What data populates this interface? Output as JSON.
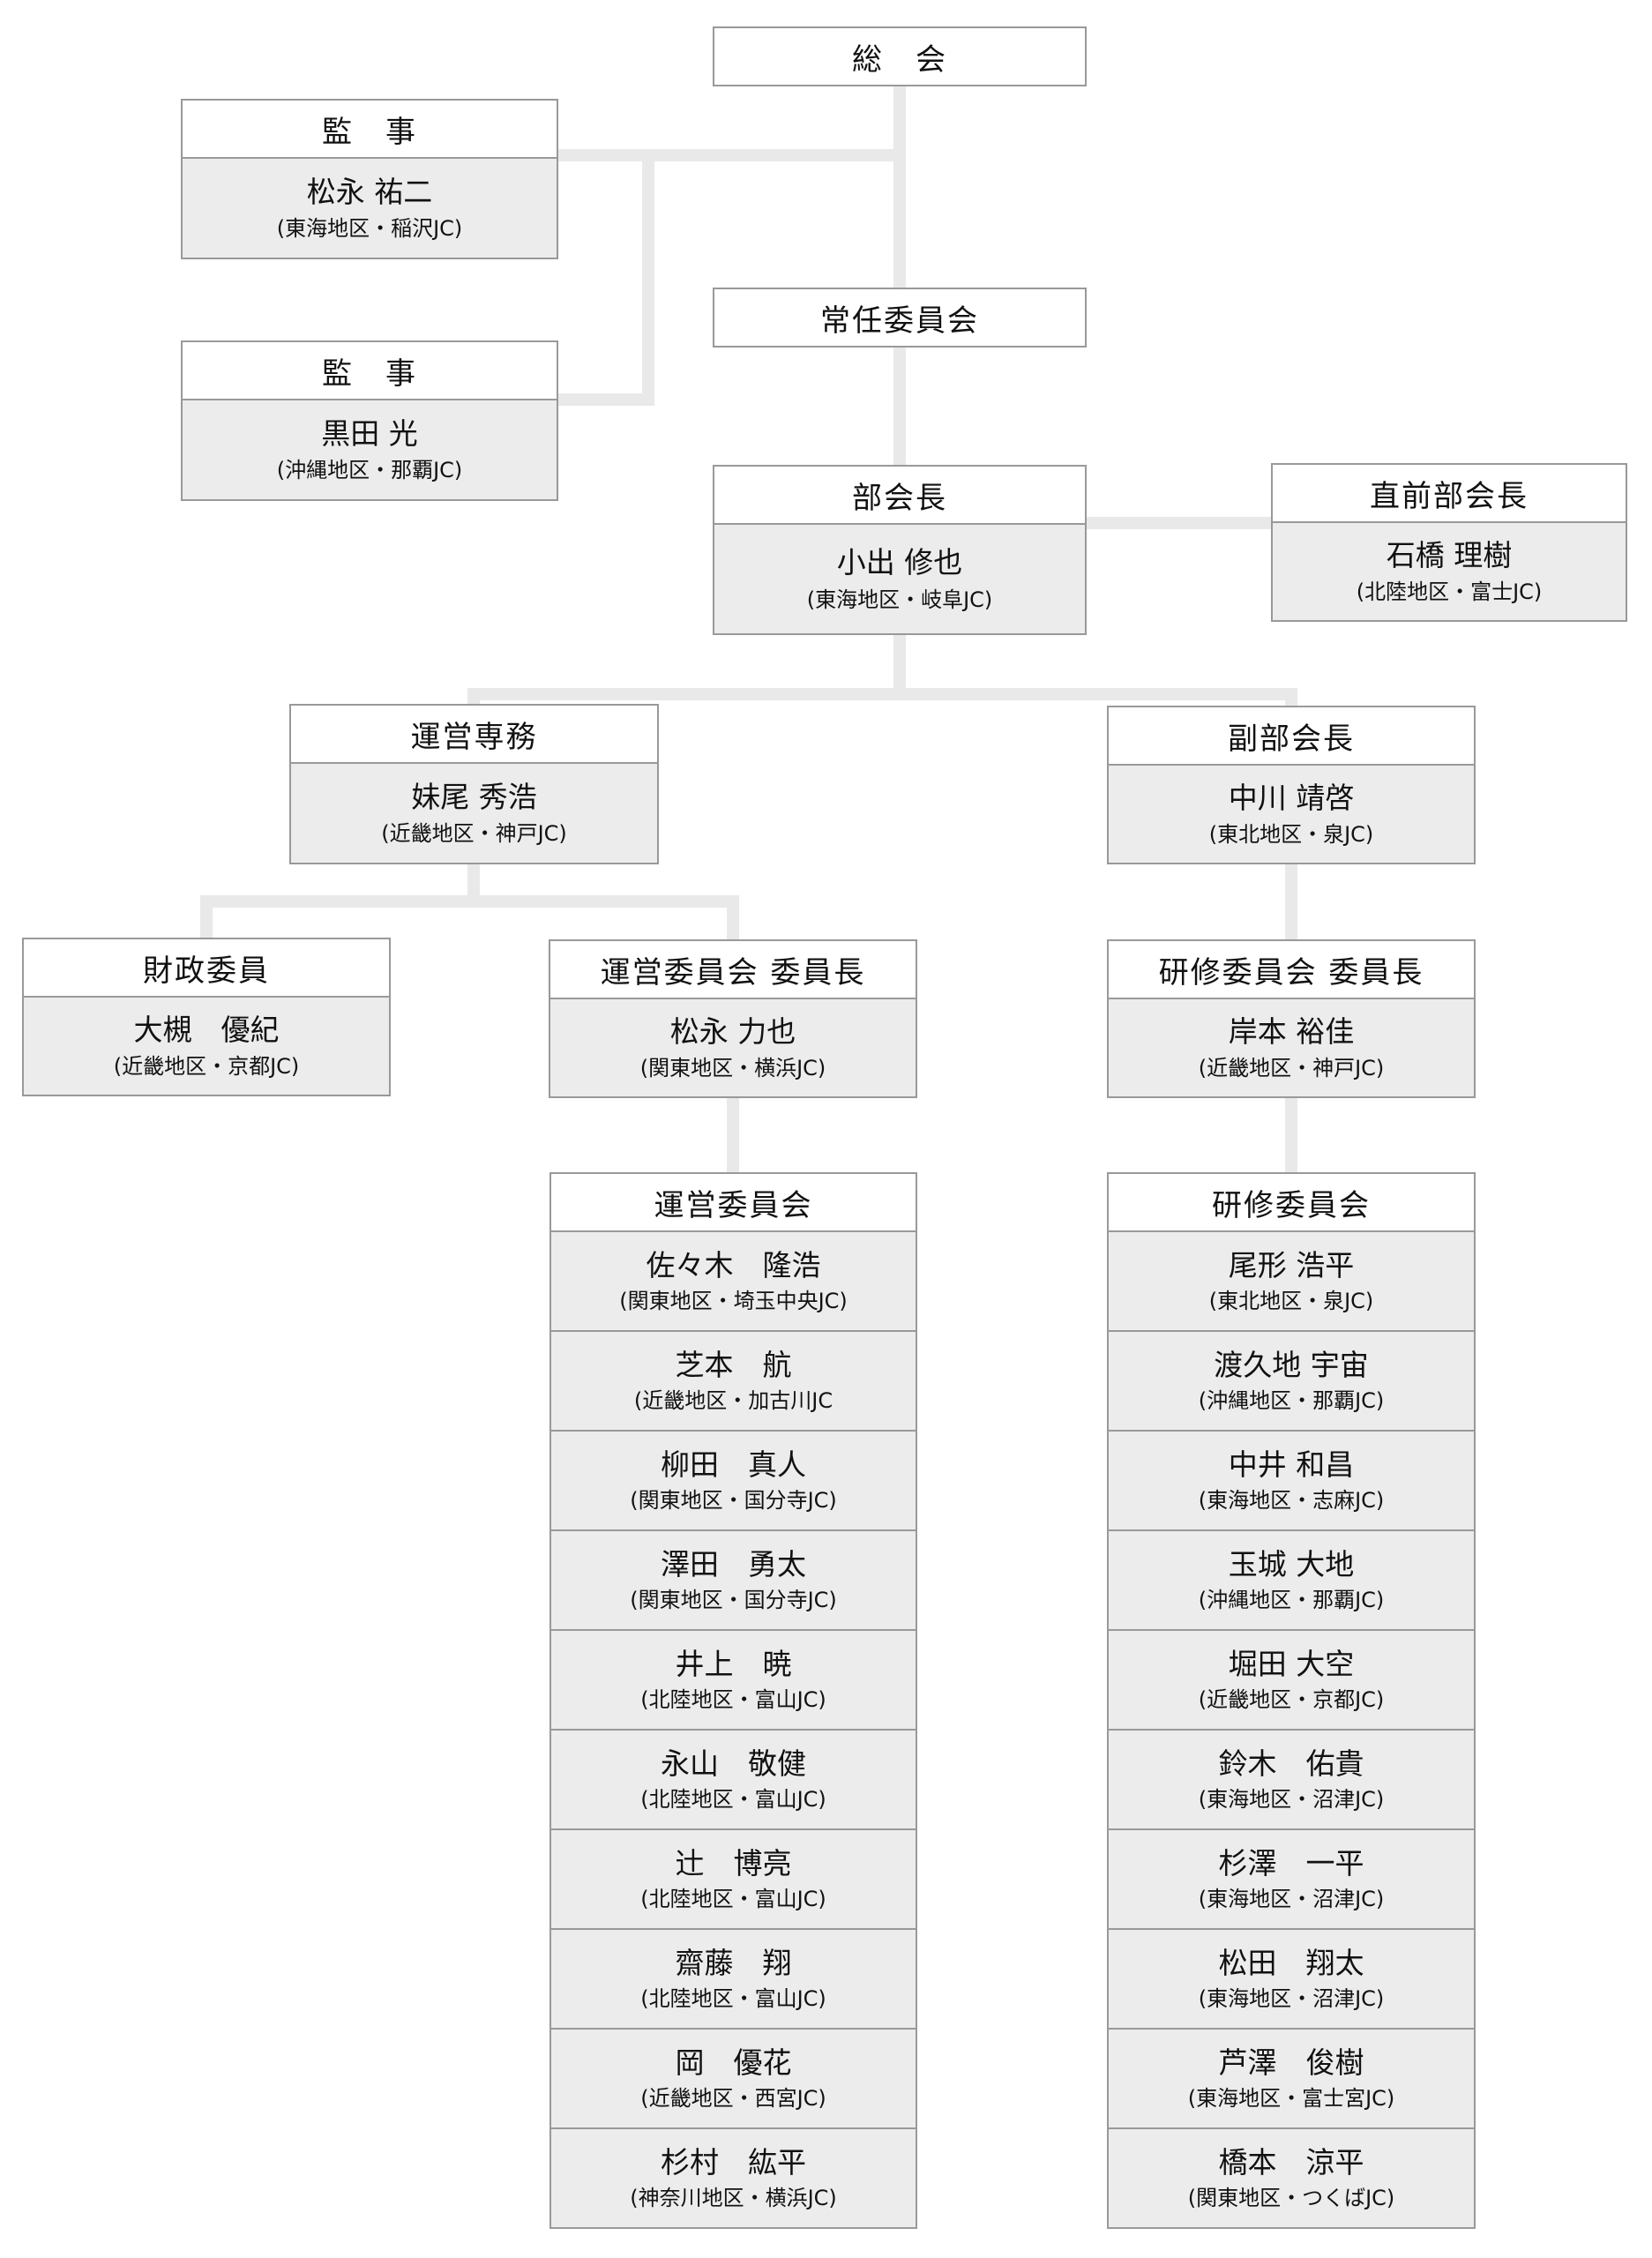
{
  "nodes": {
    "soukai": {
      "title": "総　会"
    },
    "kanji1": {
      "title": "監　事",
      "name": "松永 祐二",
      "org": "(東海地区・稲沢JC)"
    },
    "kanji2": {
      "title": "監　事",
      "name": "黒田 光",
      "org": "(沖縄地区・那覇JC)"
    },
    "jonin": {
      "title": "常任委員会"
    },
    "bukaicho": {
      "title": "部会長",
      "name": "小出 修也",
      "org": "(東海地区・岐阜JC)"
    },
    "chokuzen": {
      "title": "直前部会長",
      "name": "石橋 理樹",
      "org": "(北陸地区・富士JC)"
    },
    "senmu": {
      "title": "運営専務",
      "name": "妹尾 秀浩",
      "org": "(近畿地区・神戸JC)"
    },
    "fuku": {
      "title": "副部会長",
      "name": "中川 靖啓",
      "org": "(東北地区・泉JC)"
    },
    "zaisei": {
      "title": "財政委員",
      "name": "大槻　優紀",
      "org": "(近畿地区・京都JC)"
    },
    "unei_iincho": {
      "title": "運営委員会 委員長",
      "name": "松永 力也",
      "org": "(関東地区・横浜JC)"
    },
    "kenshu_iincho": {
      "title": "研修委員会 委員長",
      "name": "岸本 裕佳",
      "org": "(近畿地区・神戸JC)"
    }
  },
  "lists": {
    "unei": {
      "title": "運営委員会",
      "members": [
        {
          "name": "佐々木　隆浩",
          "org": "(関東地区・埼玉中央JC)"
        },
        {
          "name": "芝本　航",
          "org": "(近畿地区・加古川JC"
        },
        {
          "name": "柳田　真人",
          "org": "(関東地区・国分寺JC)"
        },
        {
          "name": "澤田　勇太",
          "org": "(関東地区・国分寺JC)"
        },
        {
          "name": "井上　暁",
          "org": "(北陸地区・富山JC)"
        },
        {
          "name": "永山　敬健",
          "org": "(北陸地区・富山JC)"
        },
        {
          "name": "辻　博亮",
          "org": "(北陸地区・富山JC)"
        },
        {
          "name": "齋藤　翔",
          "org": "(北陸地区・富山JC)"
        },
        {
          "name": "岡　優花",
          "org": "(近畿地区・西宮JC)"
        },
        {
          "name": "杉村　紘平",
          "org": "(神奈川地区・横浜JC)"
        }
      ]
    },
    "kenshu": {
      "title": "研修委員会",
      "members": [
        {
          "name": "尾形 浩平",
          "org": "(東北地区・泉JC)"
        },
        {
          "name": "渡久地 宇宙",
          "org": "(沖縄地区・那覇JC)"
        },
        {
          "name": "中井 和昌",
          "org": "(東海地区・志麻JC)"
        },
        {
          "name": "玉城 大地",
          "org": "(沖縄地区・那覇JC)"
        },
        {
          "name": "堀田 大空",
          "org": "(近畿地区・京都JC)"
        },
        {
          "name": "鈴木　佑貴",
          "org": "(東海地区・沼津JC)"
        },
        {
          "name": "杉澤　一平",
          "org": "(東海地区・沼津JC)"
        },
        {
          "name": "松田　翔太",
          "org": "(東海地区・沼津JC)"
        },
        {
          "name": "芦澤　俊樹",
          "org": "(東海地区・富士宮JC)"
        },
        {
          "name": "橋本　涼平",
          "org": "(関東地区・つくばJC)"
        }
      ]
    }
  },
  "colors": {
    "box_border": "#999999",
    "body_fill": "#ececec",
    "connector": "#e9e9e9",
    "background": "#ffffff"
  }
}
